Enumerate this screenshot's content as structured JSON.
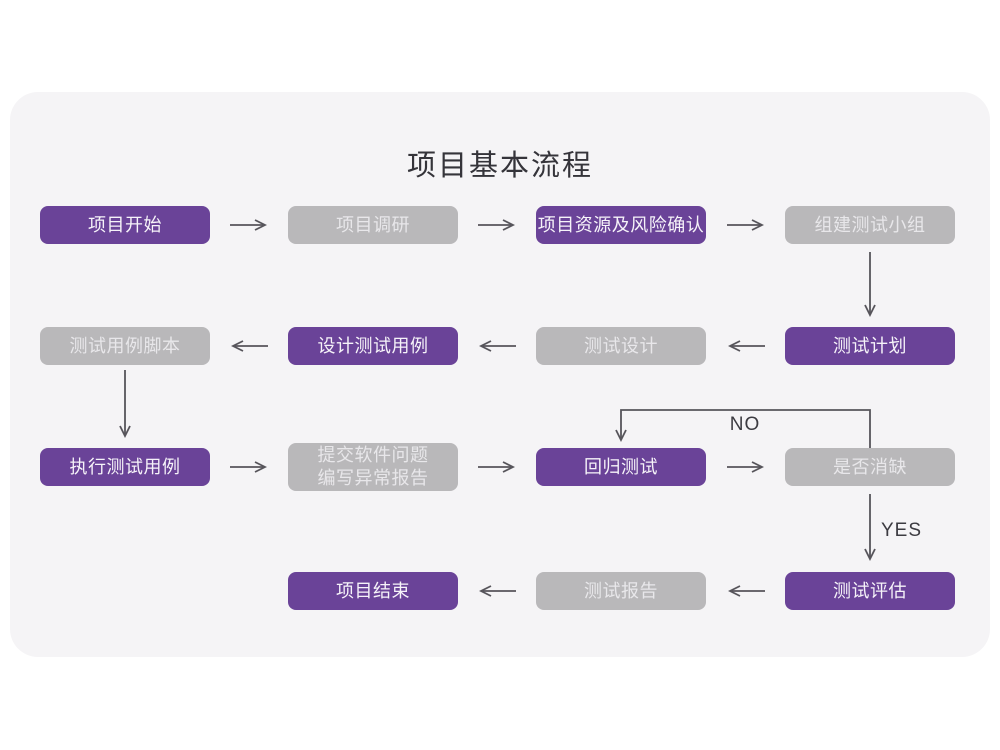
{
  "title": "项目基本流程",
  "edge_labels": {
    "no": "NO",
    "yes": "YES"
  },
  "colors": {
    "accent": "#6a4398",
    "muted": "#b9b8ba",
    "card_background": "#f5f4f6",
    "line": "#57555b"
  },
  "nodes": [
    {
      "id": "project-start",
      "label": "项目开始",
      "variant": "accent"
    },
    {
      "id": "project-research",
      "label": "项目调研",
      "variant": "muted"
    },
    {
      "id": "resources-risk",
      "label": "项目资源及风险确认",
      "variant": "accent"
    },
    {
      "id": "build-test-team",
      "label": "组建测试小组",
      "variant": "muted"
    },
    {
      "id": "test-plan",
      "label": "测试计划",
      "variant": "accent"
    },
    {
      "id": "test-design",
      "label": "测试设计",
      "variant": "muted"
    },
    {
      "id": "design-test-cases",
      "label": "设计测试用例",
      "variant": "accent"
    },
    {
      "id": "test-case-scripts",
      "label": "测试用例脚本",
      "variant": "muted"
    },
    {
      "id": "execute-test-cases",
      "label": "执行测试用例",
      "variant": "accent"
    },
    {
      "id": "submit-issue-report",
      "label": "提交软件问题\n编写异常报告",
      "variant": "muted"
    },
    {
      "id": "regression-test",
      "label": "回归测试",
      "variant": "accent"
    },
    {
      "id": "defect-cleared",
      "label": "是否消缺",
      "variant": "muted"
    },
    {
      "id": "test-evaluation",
      "label": "测试评估",
      "variant": "accent"
    },
    {
      "id": "test-report",
      "label": "测试报告",
      "variant": "muted"
    },
    {
      "id": "project-end",
      "label": "项目结束",
      "variant": "accent"
    }
  ]
}
